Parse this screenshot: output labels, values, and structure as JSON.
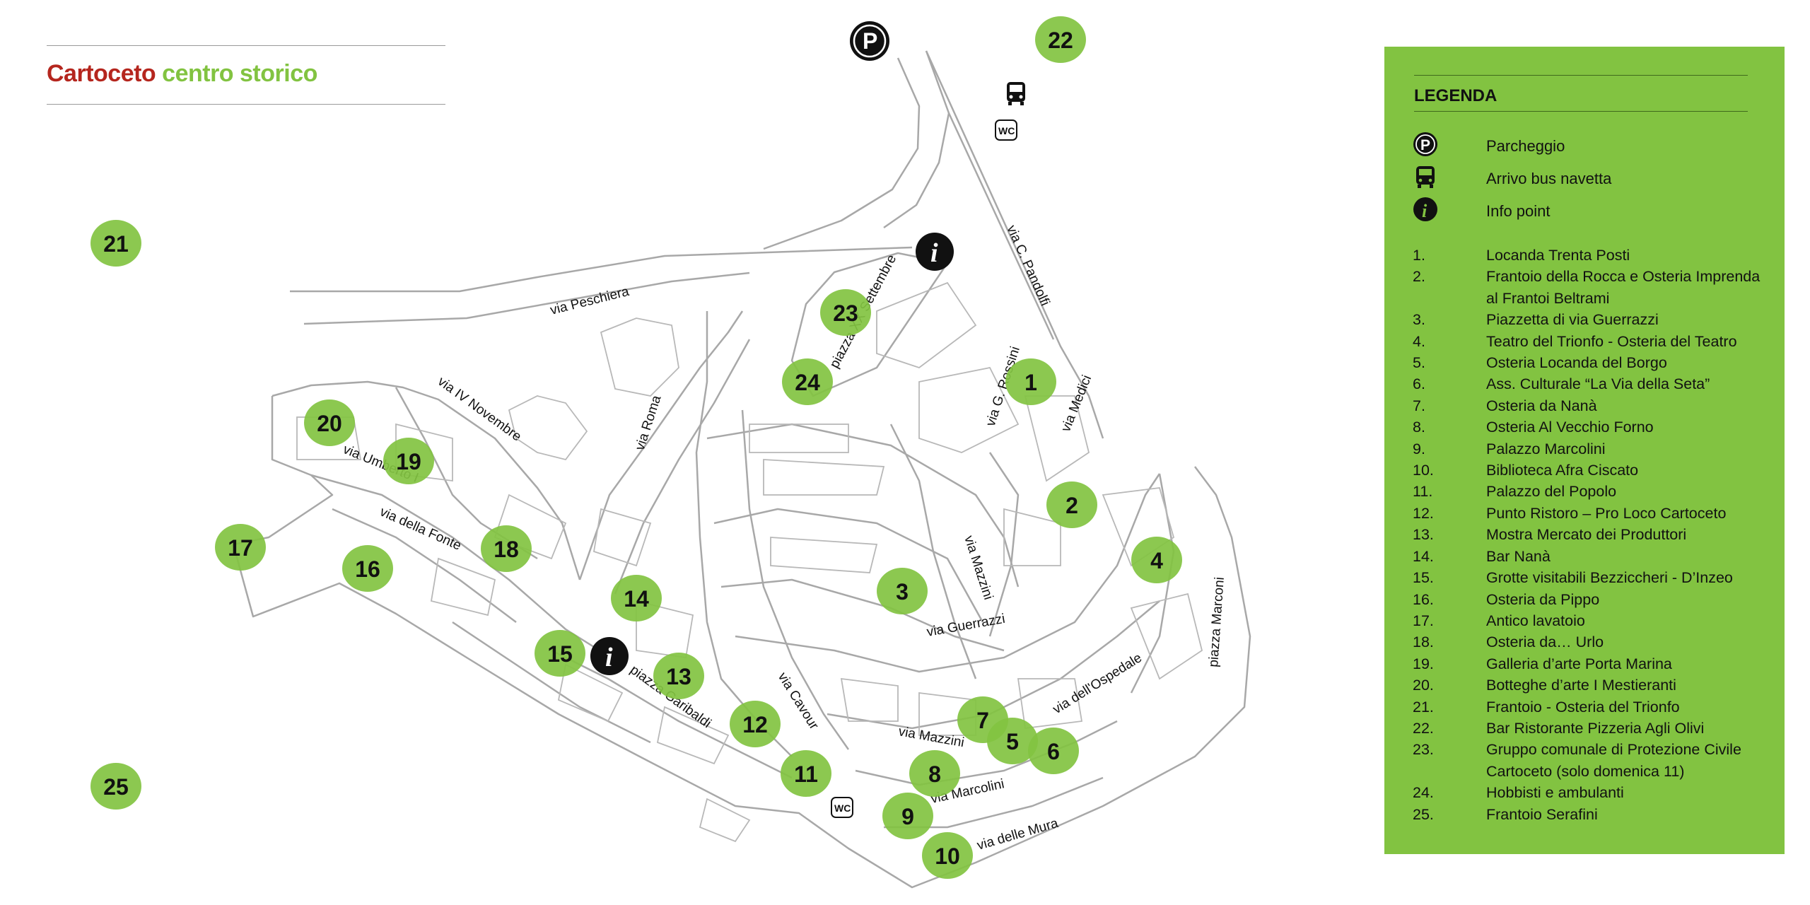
{
  "title": {
    "part1": "Cartoceto",
    "part2": "centro storico"
  },
  "colors": {
    "red": "#b5261e",
    "green": "#82c341",
    "ink": "#111111",
    "road": "#a8a8a8"
  },
  "streets": [
    "via Peschiera",
    "via IV Novembre",
    "via Umberto I",
    "via della Fonte",
    "via Roma",
    "piazza XX Settembre",
    "via C. Pandolfi",
    "via G. Rossini",
    "via Medici",
    "via Mazzini",
    "via Guerrazzi",
    "via dell'Ospedale",
    "piazza Marconi",
    "piazza Garibaldi",
    "via Cavour",
    "via Mazzini",
    "via Marcolini",
    "via delle Mura"
  ],
  "map_markers": [
    "1",
    "2",
    "3",
    "4",
    "5",
    "6",
    "7",
    "8",
    "9",
    "10",
    "11",
    "12",
    "13",
    "14",
    "15",
    "16",
    "17",
    "18",
    "19",
    "20",
    "21",
    "22",
    "23",
    "24",
    "25"
  ],
  "map_icons": [
    "parking-icon",
    "bus-icon",
    "wc-icon",
    "wc-icon",
    "info-icon",
    "info-icon"
  ],
  "wc_label": "WC",
  "legend": {
    "title": "LEGENDA",
    "symbols": [
      {
        "icon": "parking-icon",
        "label": "Parcheggio"
      },
      {
        "icon": "bus-icon",
        "label": "Arrivo bus navetta"
      },
      {
        "icon": "info-icon",
        "label": "Info point"
      }
    ],
    "items": [
      {
        "n": "1.",
        "text": "Locanda Trenta Posti"
      },
      {
        "n": "2.",
        "text": "Frantoio della Rocca e Osteria Imprenda al Frantoi Beltrami"
      },
      {
        "n": "3.",
        "text": "Piazzetta di via Guerrazzi"
      },
      {
        "n": "4.",
        "text": "Teatro del Trionfo - Osteria del Teatro"
      },
      {
        "n": "5.",
        "text": "Osteria Locanda del Borgo"
      },
      {
        "n": "6.",
        "text": "Ass. Culturale “La Via della Seta”"
      },
      {
        "n": "7.",
        "text": "Osteria da Nanà"
      },
      {
        "n": "8.",
        "text": "Osteria Al Vecchio Forno"
      },
      {
        "n": "9.",
        "text": "Palazzo Marcolini"
      },
      {
        "n": "10.",
        "text": "Biblioteca Afra Ciscato"
      },
      {
        "n": "11.",
        "text": "Palazzo del Popolo"
      },
      {
        "n": "12.",
        "text": "Punto Ristoro – Pro Loco Cartoceto"
      },
      {
        "n": "13.",
        "text": "Mostra Mercato dei Produttori"
      },
      {
        "n": "14.",
        "text": "Bar Nanà"
      },
      {
        "n": "15.",
        "text": "Grotte visitabili Bezziccheri - D’Inzeo"
      },
      {
        "n": "16.",
        "text": "Osteria da Pippo"
      },
      {
        "n": "17.",
        "text": "Antico lavatoio"
      },
      {
        "n": "18.",
        "text": "Osteria da… Urlo"
      },
      {
        "n": "19.",
        "text": "Galleria d’arte Porta Marina"
      },
      {
        "n": "20.",
        "text": "Botteghe d’arte I Mestieranti"
      },
      {
        "n": "21.",
        "text": "Frantoio - Osteria del Trionfo"
      },
      {
        "n": "22.",
        "text": "Bar Ristorante Pizzeria Agli Olivi"
      },
      {
        "n": "23.",
        "text": "Gruppo comunale di Protezione Civile Cartoceto (solo domenica 11)"
      },
      {
        "n": "24.",
        "text": "Hobbisti e ambulanti"
      },
      {
        "n": "25.",
        "text": "Frantoio Serafini"
      }
    ]
  }
}
